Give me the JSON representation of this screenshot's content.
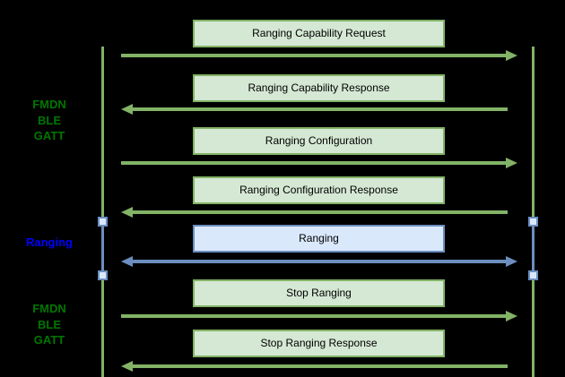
{
  "diagram": {
    "type": "sequence-diagram",
    "background": "#000000",
    "colors": {
      "green_fill": "#d5e8d4",
      "green_stroke": "#82b366",
      "blue_fill": "#dae8fc",
      "blue_stroke": "#6c8ebf",
      "phase_label_green": "#007700",
      "phase_label_blue": "#0000ff",
      "box_text": "#000000"
    },
    "phases": [
      {
        "label": "FMDN\nBLE\nGATT",
        "color": "#007700"
      },
      {
        "label": "Ranging",
        "color": "#0000ff"
      },
      {
        "label": "FMDN\nBLE\nGATT",
        "color": "#007700"
      }
    ],
    "lifelines": [
      {
        "side": "left"
      },
      {
        "side": "right"
      }
    ],
    "messages": [
      {
        "label": "Ranging Capability Request",
        "direction": "right",
        "style": "green"
      },
      {
        "label": "Ranging Capability Response",
        "direction": "left",
        "style": "green"
      },
      {
        "label": "Ranging Configuration",
        "direction": "right",
        "style": "green"
      },
      {
        "label": "Ranging Configuration Response",
        "direction": "left",
        "style": "green"
      },
      {
        "label": "Ranging",
        "direction": "both",
        "style": "blue"
      },
      {
        "label": "Stop Ranging",
        "direction": "right",
        "style": "green"
      },
      {
        "label": "Stop Ranging Response",
        "direction": "left",
        "style": "green"
      }
    ]
  }
}
